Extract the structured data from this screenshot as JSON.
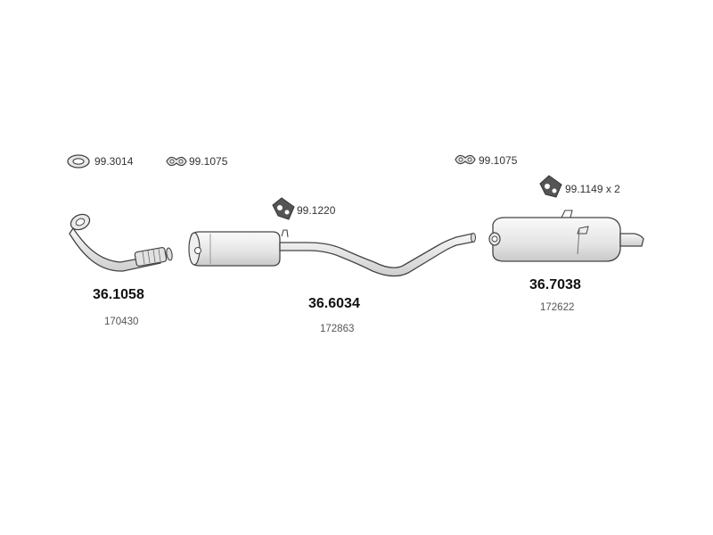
{
  "accessories": {
    "gasket_1": "99.3014",
    "clamp_1": "99.1075",
    "mount_1": "99.1220",
    "clamp_2": "99.1075",
    "mount_2": "99.1149 x 2"
  },
  "parts": {
    "front_pipe": {
      "code": "36.1058",
      "ref": "170430"
    },
    "center_silencer": {
      "code": "36.6034",
      "ref": "172863"
    },
    "rear_silencer": {
      "code": "36.7038",
      "ref": "172622"
    }
  },
  "colors": {
    "line": "#444444",
    "fill": "#eeeeee",
    "shade": "#d8d8d8"
  }
}
